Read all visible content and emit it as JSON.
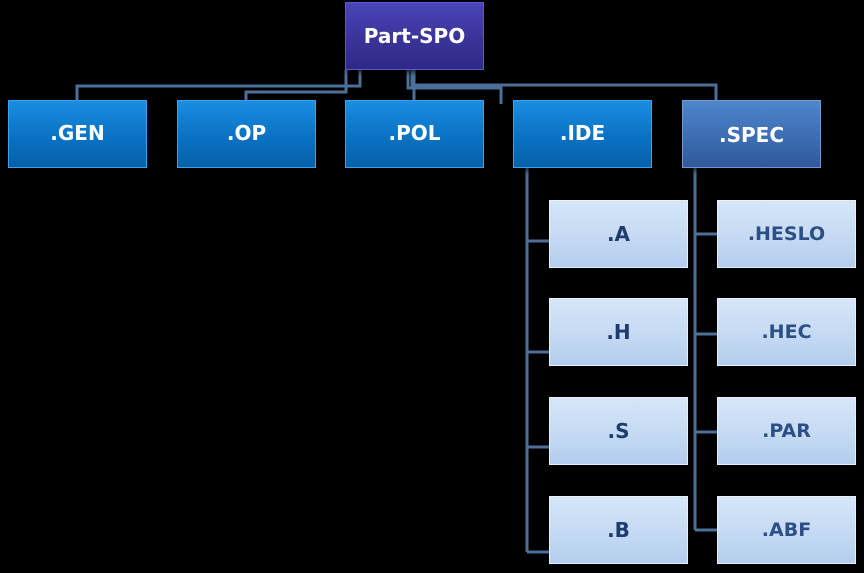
{
  "root": {
    "label": "Part-SPO"
  },
  "level1": [
    {
      "label": ".GEN"
    },
    {
      "label": ".OP"
    },
    {
      "label": ".POL"
    },
    {
      "label": ".IDE"
    },
    {
      "label": ".SPEC"
    }
  ],
  "ide_children": [
    {
      "label": ".A"
    },
    {
      "label": ".H"
    },
    {
      "label": ".S"
    },
    {
      "label": ".B"
    }
  ],
  "spec_children": [
    {
      "label": ".HESLO"
    },
    {
      "label": ".HEC"
    },
    {
      "label": ".PAR"
    },
    {
      "label": ".ABF"
    }
  ],
  "colors": {
    "background": "#000000",
    "root_fill": "#3a3499",
    "level1_fill": "#0a72c4",
    "spec_fill": "#3d6db3",
    "leaf_fill": "#c3d8f2",
    "leaf_text": "#2c4f86",
    "connector": "#4d6f99"
  }
}
